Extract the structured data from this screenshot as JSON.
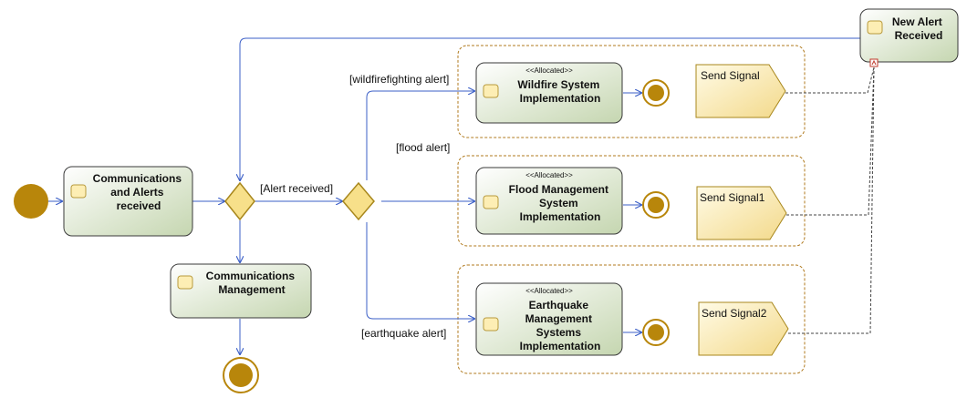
{
  "initial_node": {
    "color": "#b8860b"
  },
  "actions": {
    "comm_alerts": {
      "lines": [
        "Communications",
        "and Alerts",
        "received"
      ]
    },
    "comm_mgmt": {
      "lines": [
        "Communications",
        "Management"
      ]
    },
    "new_alert": {
      "lines": [
        "New Alert",
        "Received"
      ]
    },
    "wildfire": {
      "stereotype": "<<Allocated>>",
      "lines": [
        "Wildfire System",
        "Implementation"
      ]
    },
    "flood": {
      "stereotype": "<<Allocated>>",
      "lines": [
        "Flood Management",
        "System",
        "Implementation"
      ]
    },
    "earthquake": {
      "stereotype": "<<Allocated>>",
      "lines": [
        "Earthquake",
        "Management",
        "Systems",
        "Implementation"
      ]
    }
  },
  "signals": {
    "s0": "Send Signal",
    "s1": "Send Signal1",
    "s2": "Send Signal2"
  },
  "guards": {
    "alert_received": "[Alert received]",
    "wildfire": "[wildfirefighting alert]",
    "flood": "[flood alert]",
    "earthquake": "[earthquake alert]"
  },
  "colors": {
    "flow": "#3b5fc7",
    "node_fill": "#b8860b",
    "decision_fill": "#f7e08a",
    "action_fill_top": "#ffffff",
    "action_fill_bottom": "#cbd9b8",
    "group_border": "#b07a1e"
  }
}
